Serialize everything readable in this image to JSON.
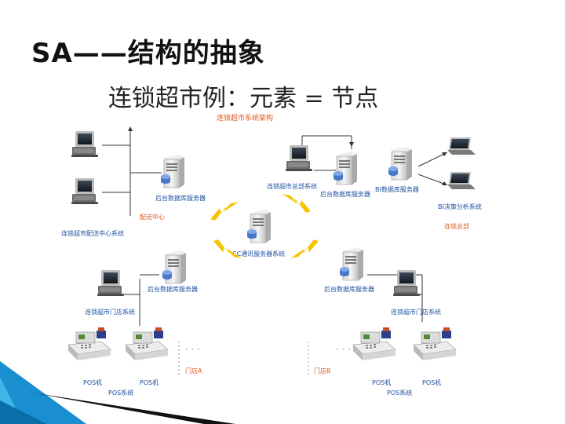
{
  "slide": {
    "title": "SA——结构的抽象",
    "caption": "连锁超市例：元素 = 节点"
  },
  "diagram": {
    "top_header": "连锁超市系统架构",
    "labels": {
      "db_server_left_top": "后台数据库服务器",
      "distribution_center": "配送中心",
      "dist_center_system": "连锁超市配送中心系统",
      "hq_system": "连锁超市总部系统",
      "db_server_hq": "后台数据库服务器",
      "bi_server": "BI数据库服务器",
      "bi_system": "BI决策分析系统",
      "headquarters": "连锁总部",
      "cc_server": "CC通讯服务器系统",
      "db_server_left_bottom": "后台数据库服务器",
      "db_server_right_bottom": "后台数据库服务器",
      "store_system_left": "连锁超市门店系统",
      "store_system_right": "连锁超市门店系统",
      "store_a": "门店A",
      "store_b": "门店B",
      "pos1": "POS机",
      "pos2": "POS机",
      "pos3": "POS机",
      "pos4": "POS机",
      "pos_system_left": "POS系统",
      "pos_system_right": "POS系统",
      "ellipsis_left": "· · ·",
      "ellipsis_right": "· · ·"
    },
    "icons": {
      "workstation": "desktop-computer-icon",
      "server": "server-tower-icon",
      "laptop": "laptop-icon",
      "pos": "cash-register-icon",
      "wireless": "lightning-link-icon"
    },
    "colors": {
      "label_blue": "#1f4fa0",
      "label_orange": "#e05a1a",
      "lightning": "#f5c400",
      "corner_blue": "#1a8fd0"
    }
  }
}
